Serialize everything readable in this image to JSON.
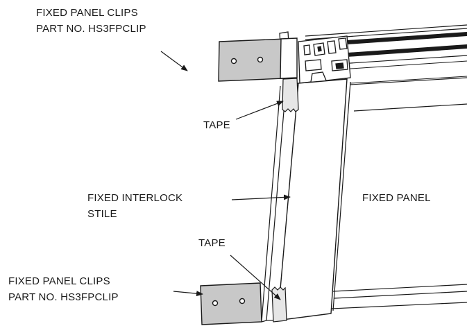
{
  "labels": {
    "top_clip_line1": "FIXED PANEL CLIPS",
    "top_clip_line2": "PART NO. HS3FPCLIP",
    "tape_top": "TAPE",
    "stile_line1": "FIXED INTERLOCK",
    "stile_line2": "STILE",
    "fixed_panel": "FIXED PANEL",
    "tape_bottom": "TAPE",
    "bottom_clip_line1": "FIXED PANEL CLIPS",
    "bottom_clip_line2": "PART NO. HS3FPCLIP"
  },
  "colors": {
    "outline": "#1a1a1a",
    "clip_fill": "#c8c8c8",
    "tape_fill": "#e6e6e6",
    "track_fill": "#1a1a1a"
  }
}
